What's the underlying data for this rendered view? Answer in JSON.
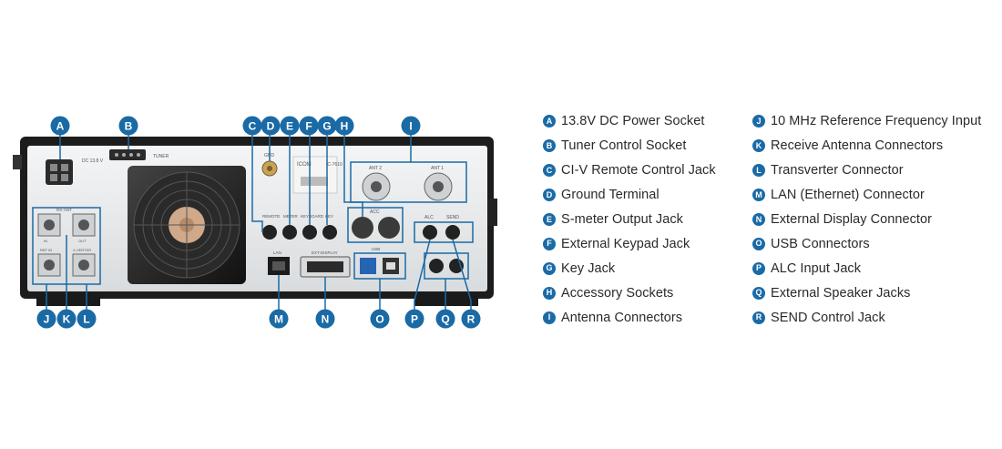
{
  "device": {
    "labels": {
      "power": "DC 13.8 V",
      "tuner": "TUNER",
      "gnd": "GND",
      "brand": "ICOM",
      "model": "IC-7610",
      "remote": "REMOTE",
      "meter": "METER",
      "keyboard": "KEYBOARD",
      "key": "KEY",
      "acc": "ACC",
      "ant2": "ANT 2",
      "ant1": "ANT 1",
      "alc": "ALC",
      "send": "SEND",
      "rxant": "RX-ANT",
      "rx_in": "IN",
      "rx_out": "OUT",
      "ref_in": "REF IN",
      "xverter": "X-VERTER",
      "lan": "LAN",
      "ext_display": "EXT-DISPLAY",
      "usb": "USB"
    }
  },
  "callouts": [
    "A",
    "B",
    "C",
    "D",
    "E",
    "F",
    "G",
    "H",
    "I",
    "J",
    "K",
    "L",
    "M",
    "N",
    "O",
    "P",
    "Q",
    "R"
  ],
  "legend": [
    {
      "letter": "A",
      "text": "13.8V DC Power Socket"
    },
    {
      "letter": "B",
      "text": "Tuner Control Socket"
    },
    {
      "letter": "C",
      "text": "CI-V Remote Control Jack"
    },
    {
      "letter": "D",
      "text": "Ground Terminal"
    },
    {
      "letter": "E",
      "text": "S-meter Output Jack"
    },
    {
      "letter": "F",
      "text": "External Keypad Jack"
    },
    {
      "letter": "G",
      "text": "Key Jack"
    },
    {
      "letter": "H",
      "text": "Accessory Sockets"
    },
    {
      "letter": "I",
      "text": "Antenna Connectors"
    },
    {
      "letter": "J",
      "text": "10 MHz Reference Frequency Input"
    },
    {
      "letter": "K",
      "text": "Receive Antenna Connectors"
    },
    {
      "letter": "L",
      "text": "Transverter Connector"
    },
    {
      "letter": "M",
      "text": "LAN (Ethernet) Connector"
    },
    {
      "letter": "N",
      "text": "External Display Connector"
    },
    {
      "letter": "O",
      "text": "USB Connectors"
    },
    {
      "letter": "P",
      "text": "ALC Input Jack"
    },
    {
      "letter": "Q",
      "text": "External Speaker Jacks"
    },
    {
      "letter": "R",
      "text": "SEND Control Jack"
    }
  ],
  "colors": {
    "badge": "#1a6aa6",
    "chassis": "#1c1c1c",
    "panel": "#e9ebec",
    "leader": "#1a6aa6"
  }
}
